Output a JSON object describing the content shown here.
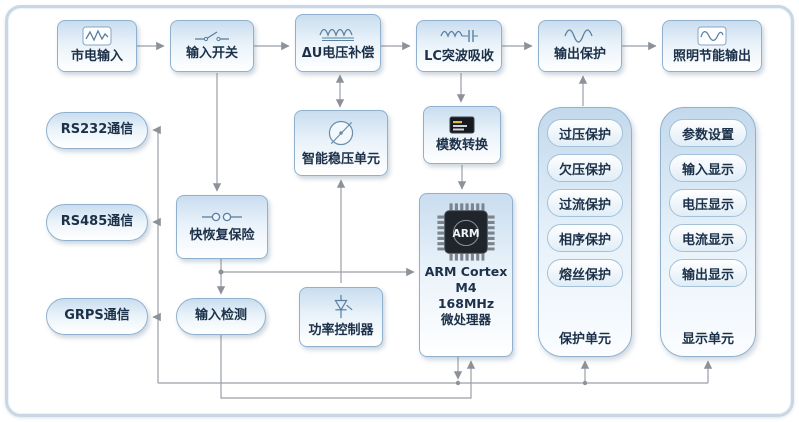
{
  "top_row": [
    {
      "label": "市电输入",
      "icon": "mains-waveform-icon"
    },
    {
      "label": "输入开关",
      "icon": "switch-icon"
    },
    {
      "label": "ΔU电压补偿",
      "icon": "inductor-icon"
    },
    {
      "label": "LC突波吸收",
      "icon": "lc-filter-icon"
    },
    {
      "label": "输出保护",
      "icon": "sine-wave-icon"
    },
    {
      "label": "照明节能输出",
      "icon": "output-waveform-icon"
    }
  ],
  "comm_nodes": [
    {
      "label": "RS232通信"
    },
    {
      "label": "RS485通信"
    },
    {
      "label": "GRPS通信"
    }
  ],
  "middle": {
    "regulator": {
      "label": "智能稳压单元"
    },
    "adc": {
      "label": "模数转换"
    },
    "fuse": {
      "label": "快恢复保险"
    },
    "input_detect": {
      "label": "输入检测"
    },
    "power_controller": {
      "label": "功率控制器"
    },
    "mcu": {
      "chip_label": "ARM",
      "line1": "ARM Cortex",
      "line2": "M4",
      "line3": "168MHz",
      "line4": "微处理器"
    }
  },
  "protection_panel": {
    "title": "保护单元",
    "items": [
      "过压保护",
      "欠压保护",
      "过流保护",
      "相序保护",
      "熔丝保护"
    ]
  },
  "display_panel": {
    "title": "显示单元",
    "items": [
      "参数设置",
      "输入显示",
      "电压显示",
      "电流显示",
      "输出显示"
    ]
  },
  "edges": [
    {
      "from": "市电输入",
      "to": "输入开关"
    },
    {
      "from": "输入开关",
      "to": "ΔU电压补偿"
    },
    {
      "from": "ΔU电压补偿",
      "to": "LC突波吸收"
    },
    {
      "from": "LC突波吸收",
      "to": "输出保护"
    },
    {
      "from": "输出保护",
      "to": "照明节能输出"
    },
    {
      "from": "ΔU电压补偿",
      "to": "智能稳压单元",
      "bidirectional": true
    },
    {
      "from": "LC突波吸收",
      "to": "模数转换"
    },
    {
      "from": "模数转换",
      "to": "ARM微处理器"
    },
    {
      "from": "保护单元",
      "to": "输出保护"
    },
    {
      "from": "输入开关",
      "to": "快恢复保险"
    },
    {
      "from": "快恢复保险",
      "to": "输入检测"
    },
    {
      "from": "快恢复保险",
      "to": "ARM微处理器"
    },
    {
      "from": "功率控制器",
      "to": "智能稳压单元"
    },
    {
      "from": "输入检测",
      "to": "ARM微处理器"
    },
    {
      "from": "ARM微处理器",
      "to": "RS232通信"
    },
    {
      "from": "ARM微处理器",
      "to": "RS485通信"
    },
    {
      "from": "ARM微处理器",
      "to": "GRPS通信"
    },
    {
      "from": "ARM微处理器",
      "to": "保护单元"
    },
    {
      "from": "ARM微处理器",
      "to": "显示单元"
    }
  ]
}
